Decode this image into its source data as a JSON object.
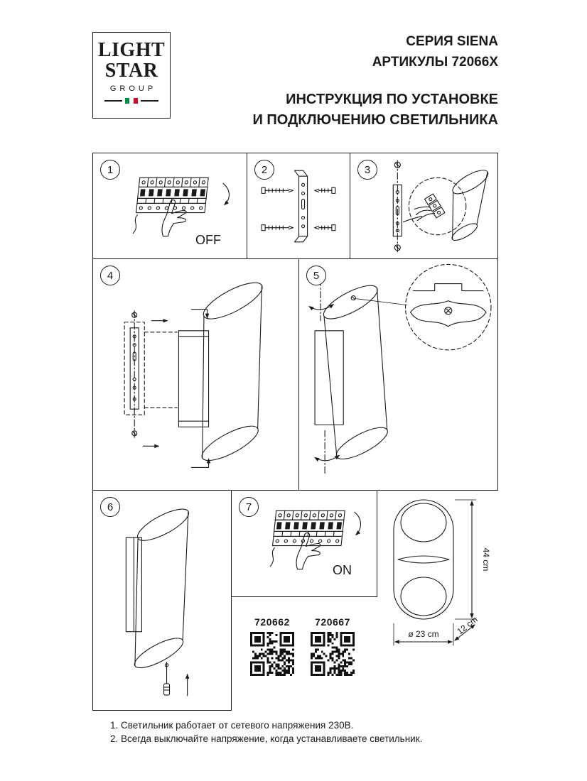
{
  "logo": {
    "line1": "LIGHT",
    "line2": "STAR",
    "line3": "GROUP"
  },
  "header": {
    "series": "СЕРИЯ SIENA",
    "articles": "АРТИКУЛЫ 72066X",
    "title_line1": "ИНСТРУКЦИЯ ПО УСТАНОВКЕ",
    "title_line2": "И ПОДКЛЮЧЕНИЮ СВЕТИЛЬНИКА"
  },
  "steps": [
    {
      "number": "1",
      "label": "OFF"
    },
    {
      "number": "2",
      "label": ""
    },
    {
      "number": "3",
      "label": ""
    },
    {
      "number": "4",
      "label": ""
    },
    {
      "number": "5",
      "label": ""
    },
    {
      "number": "6",
      "label": ""
    },
    {
      "number": "7",
      "label": "ON"
    }
  ],
  "dimension_labels": {
    "height": "44 cm",
    "depth": "12 cm",
    "diameter": "ø 23 cm"
  },
  "qr": [
    {
      "label": "720662"
    },
    {
      "label": "720667"
    }
  ],
  "notes": {
    "line1": "1. Светильник работает от сетевого напряжения 230В.",
    "line2": "2. Всегда выключайте напряжение, когда устанавливаете светильник."
  },
  "colors": {
    "ink": "#1a1a1a",
    "flag_green": "#008C45",
    "flag_red": "#C8102E"
  }
}
